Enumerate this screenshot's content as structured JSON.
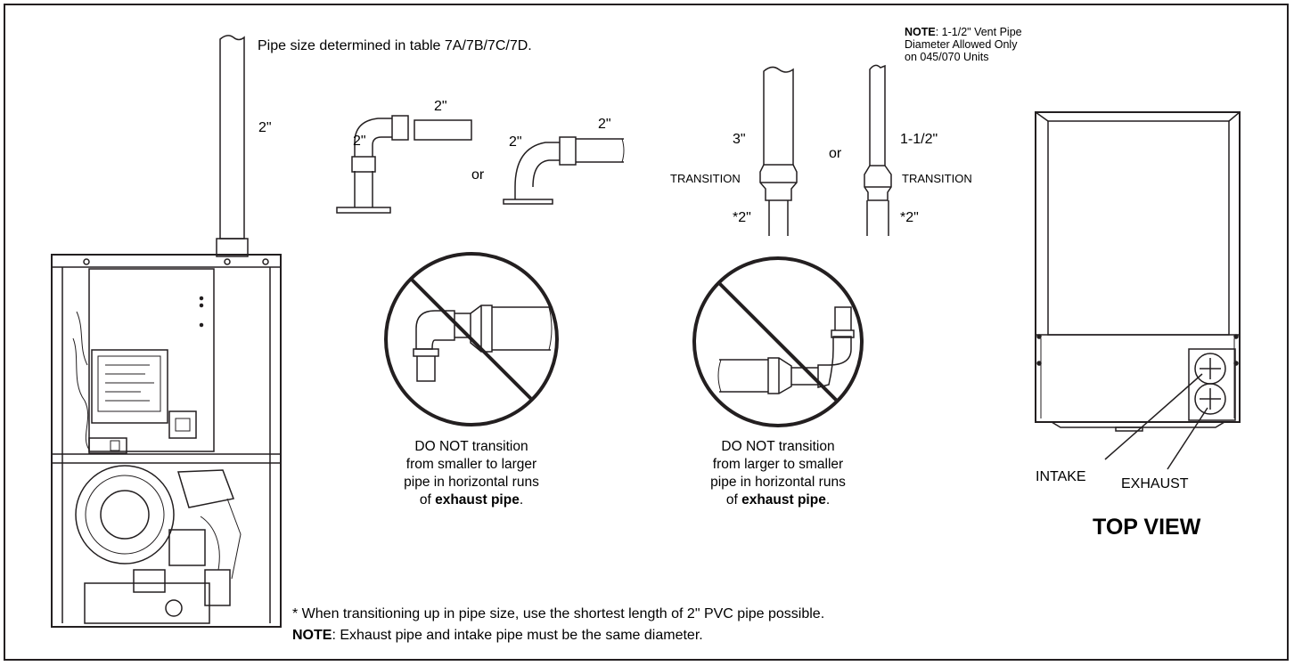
{
  "header": {
    "pipe_size_note": "Pipe size determined in table 7A/7B/7C/7D."
  },
  "furnace": {
    "riser_size": "2\""
  },
  "elbows": {
    "left_elbow_vertical": "2\"",
    "left_pipe": "2\"",
    "or_1": "or",
    "right_elbow_vertical": "2\"",
    "right_pipe": "2\""
  },
  "transitions": {
    "note_label": "NOTE",
    "note_line1": ": 1-1/2\" Vent Pipe",
    "note_line2": "Diameter Allowed Only",
    "note_line3": "on 045/070 Units",
    "left_top_size": "3\"",
    "left_transition": "TRANSITION",
    "left_bottom_size": "*2\"",
    "or_2": "or",
    "right_top_size": "1-1/2\"",
    "right_transition": "TRANSITION",
    "right_bottom_size": "*2\""
  },
  "warning_left": {
    "line1": "DO NOT transition",
    "line2": "from smaller to larger",
    "line3": "pipe in horizontal runs",
    "line4_prefix": "of ",
    "line4_bold": "exhaust pipe",
    "line4_suffix": "."
  },
  "warning_right": {
    "line1": "DO NOT transition",
    "line2": "from larger to smaller",
    "line3": "pipe in horizontal runs",
    "line4_prefix": "of ",
    "line4_bold": "exhaust pipe",
    "line4_suffix": "."
  },
  "top_view": {
    "intake_label": "INTAKE",
    "exhaust_label": "EXHAUST",
    "title": "TOP VIEW"
  },
  "footer": {
    "footnote": "* When transitioning up in pipe size, use the shortest length of 2\" PVC pipe possible.",
    "note_label": "NOTE",
    "note_text": ": Exhaust pipe and intake pipe must be the same diameter."
  },
  "colors": {
    "line": "#231f20",
    "background": "#ffffff"
  }
}
